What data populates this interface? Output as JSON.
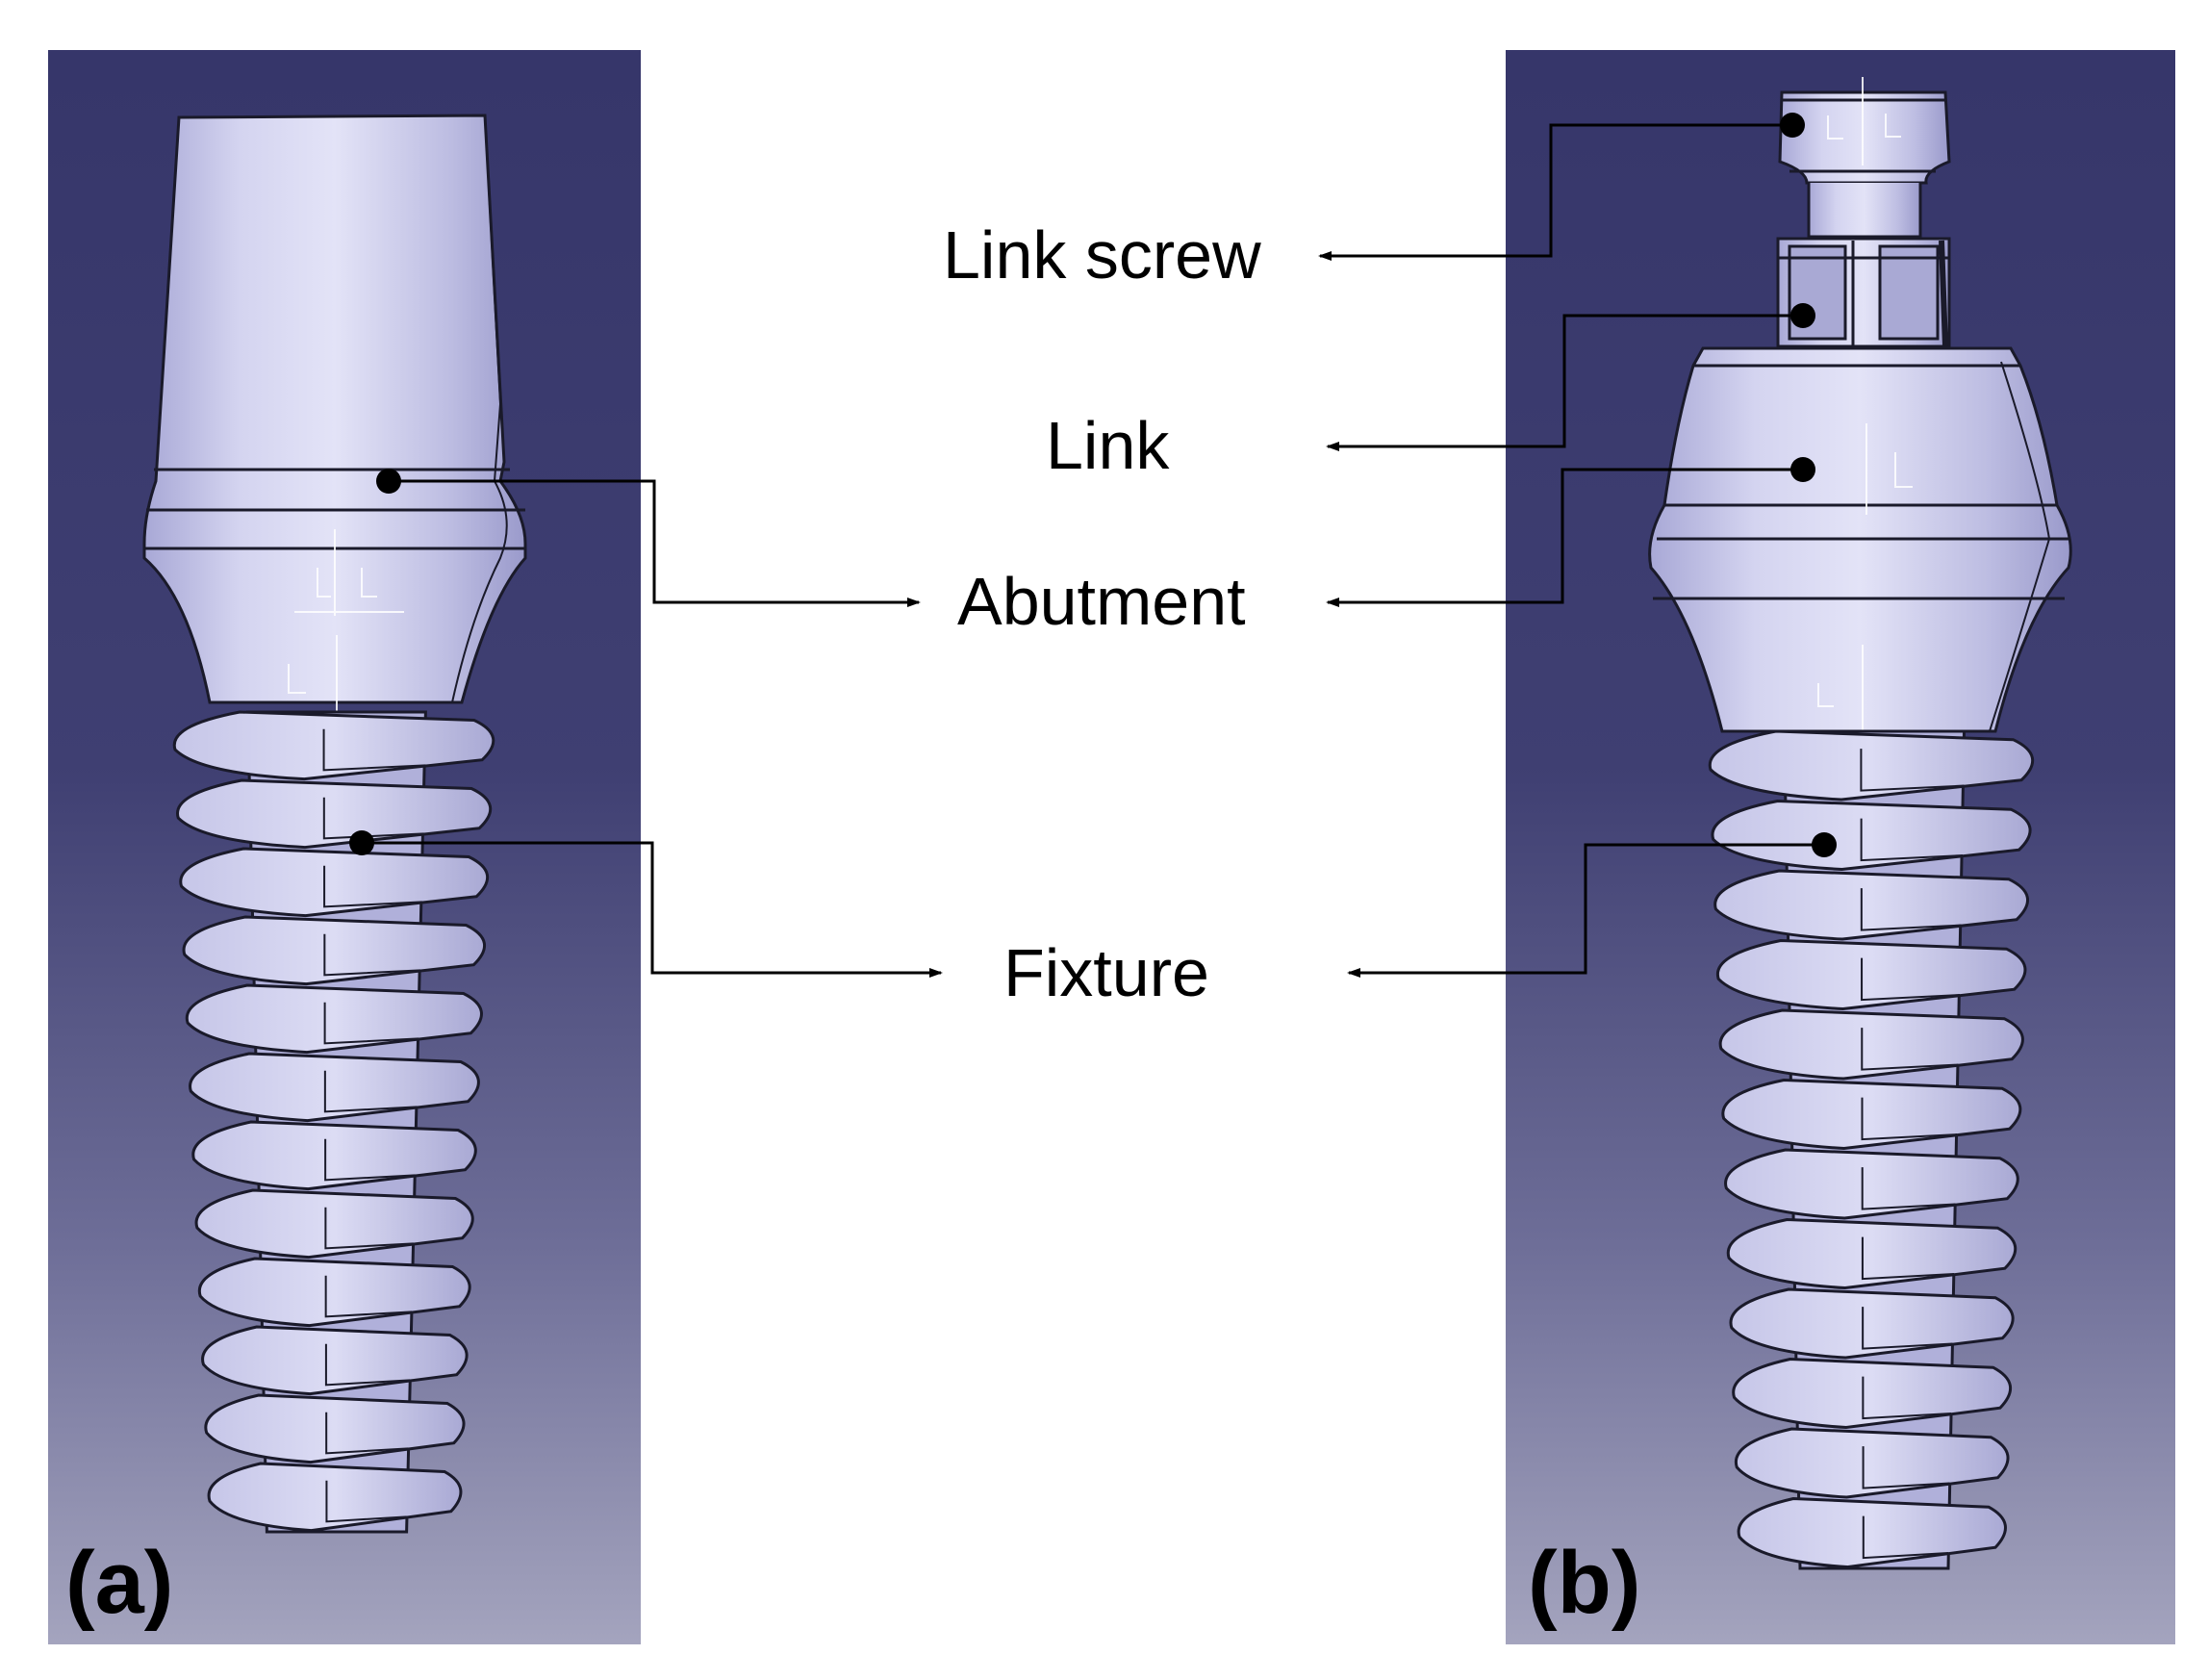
{
  "figure": {
    "panels": [
      {
        "id": "a",
        "tag": "(a)"
      },
      {
        "id": "b",
        "tag": "(b)"
      }
    ],
    "labels": {
      "link_screw": "Link screw",
      "link": "Link",
      "abutment": "Abutment",
      "fixture": "Fixture"
    },
    "colors": {
      "background_top": "#37376a",
      "background_bottom": "#a3a3bd",
      "part_light": "#d2d2ee",
      "part_mid": "#b9b9e0",
      "part_dark": "#9090c2",
      "outline": "#1a1a2a",
      "leader": "#000000"
    }
  }
}
